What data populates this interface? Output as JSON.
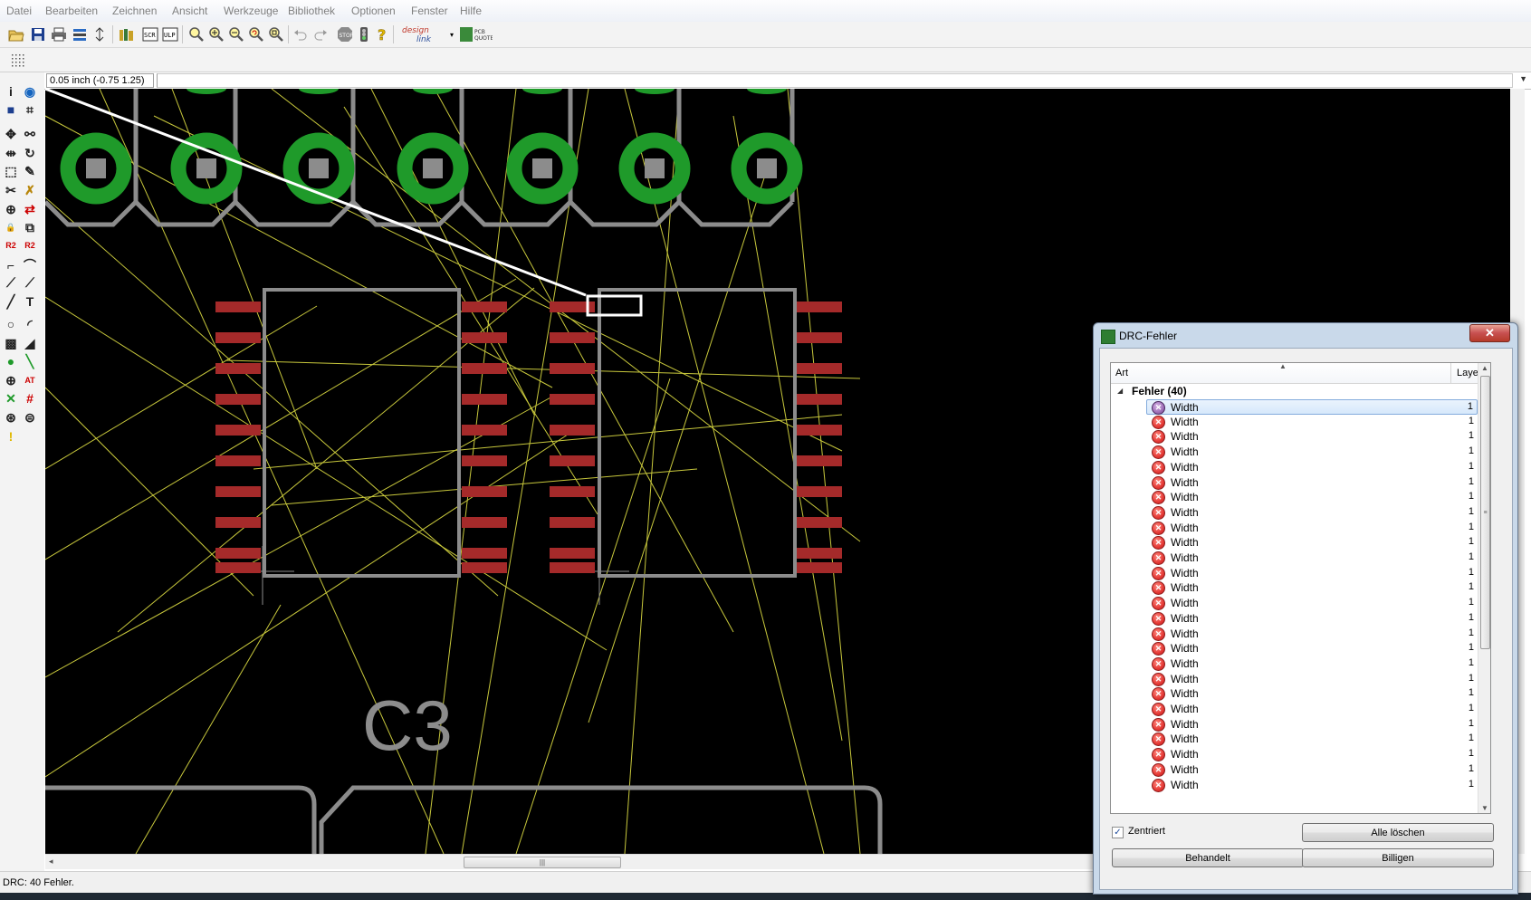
{
  "menubar": {
    "items": [
      "Datei",
      "Bearbeiten",
      "Zeichnen",
      "Ansicht",
      "Werkzeuge",
      "Bibliothek",
      "Optionen",
      "Fenster",
      "Hilfe"
    ]
  },
  "toolbar": {
    "designlink_label": "design link",
    "pcbquote_label": "PCB QUOTE"
  },
  "coordbar": {
    "coordinates": "0.05 inch (-0.75 1.25)",
    "command_placeholder": ""
  },
  "canvas": {
    "component_label": "C3",
    "colors": {
      "background": "#000000",
      "pads": "#1f9a2a",
      "smd": "#a52a2a",
      "outline": "#8c8c8c",
      "airwire": "#c8c83c"
    }
  },
  "statusbar": {
    "text": "DRC: 40 Fehler."
  },
  "drc_dialog": {
    "title": "DRC-Fehler",
    "close_label": "✕",
    "columns": {
      "art": "Art",
      "layer": "Layer"
    },
    "group_label": "Fehler (40)",
    "errors": [
      {
        "art": "Width",
        "layer": "1"
      },
      {
        "art": "Width",
        "layer": "1"
      },
      {
        "art": "Width",
        "layer": "1"
      },
      {
        "art": "Width",
        "layer": "1"
      },
      {
        "art": "Width",
        "layer": "1"
      },
      {
        "art": "Width",
        "layer": "1"
      },
      {
        "art": "Width",
        "layer": "1"
      },
      {
        "art": "Width",
        "layer": "1"
      },
      {
        "art": "Width",
        "layer": "1"
      },
      {
        "art": "Width",
        "layer": "1"
      },
      {
        "art": "Width",
        "layer": "1"
      },
      {
        "art": "Width",
        "layer": "1"
      },
      {
        "art": "Width",
        "layer": "1"
      },
      {
        "art": "Width",
        "layer": "1"
      },
      {
        "art": "Width",
        "layer": "1"
      },
      {
        "art": "Width",
        "layer": "1"
      },
      {
        "art": "Width",
        "layer": "1"
      },
      {
        "art": "Width",
        "layer": "1"
      },
      {
        "art": "Width",
        "layer": "1"
      },
      {
        "art": "Width",
        "layer": "1"
      },
      {
        "art": "Width",
        "layer": "1"
      },
      {
        "art": "Width",
        "layer": "1"
      },
      {
        "art": "Width",
        "layer": "1"
      },
      {
        "art": "Width",
        "layer": "1"
      },
      {
        "art": "Width",
        "layer": "1"
      },
      {
        "art": "Width",
        "layer": "1"
      }
    ],
    "zentriert_label": "Zentriert",
    "zentriert_checked": true,
    "btn_alle_loeschen": "Alle löschen",
    "btn_behandelt": "Behandelt",
    "btn_billigen": "Billigen"
  }
}
